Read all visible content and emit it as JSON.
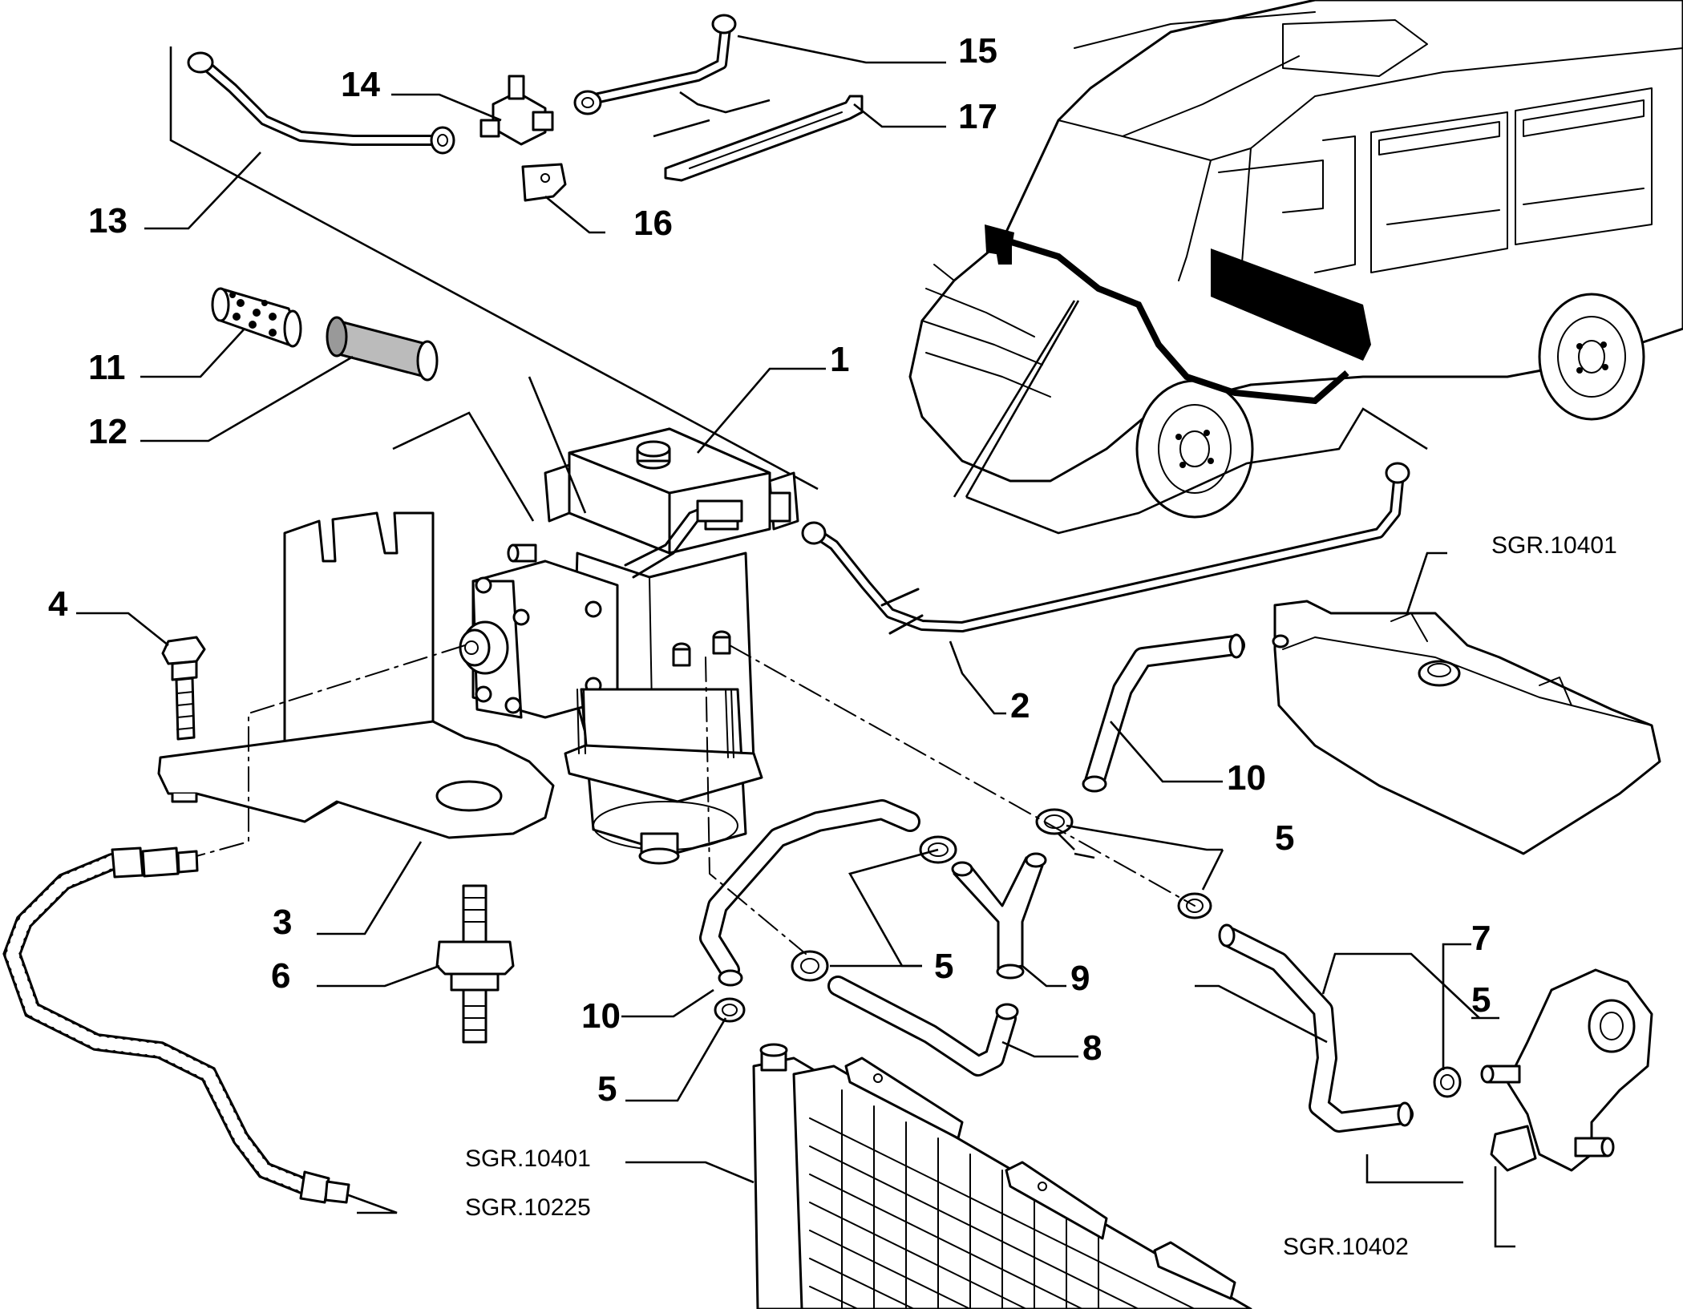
{
  "callouts": {
    "c1": "1",
    "c2": "2",
    "c3": "3",
    "c4": "4",
    "c5a": "5",
    "c5b": "5",
    "c5c": "5",
    "c5d": "5",
    "c6": "6",
    "c7": "7",
    "c8": "8",
    "c9": "9",
    "c10a": "10",
    "c10b": "10",
    "c11": "11",
    "c12": "12",
    "c13": "13",
    "c14": "14",
    "c15": "15",
    "c16": "16",
    "c17": "17"
  },
  "references": {
    "tank": "SGR.10401",
    "radiator": "SGR.10401",
    "hose": "SGR.10225",
    "pump": "SGR.10402"
  }
}
